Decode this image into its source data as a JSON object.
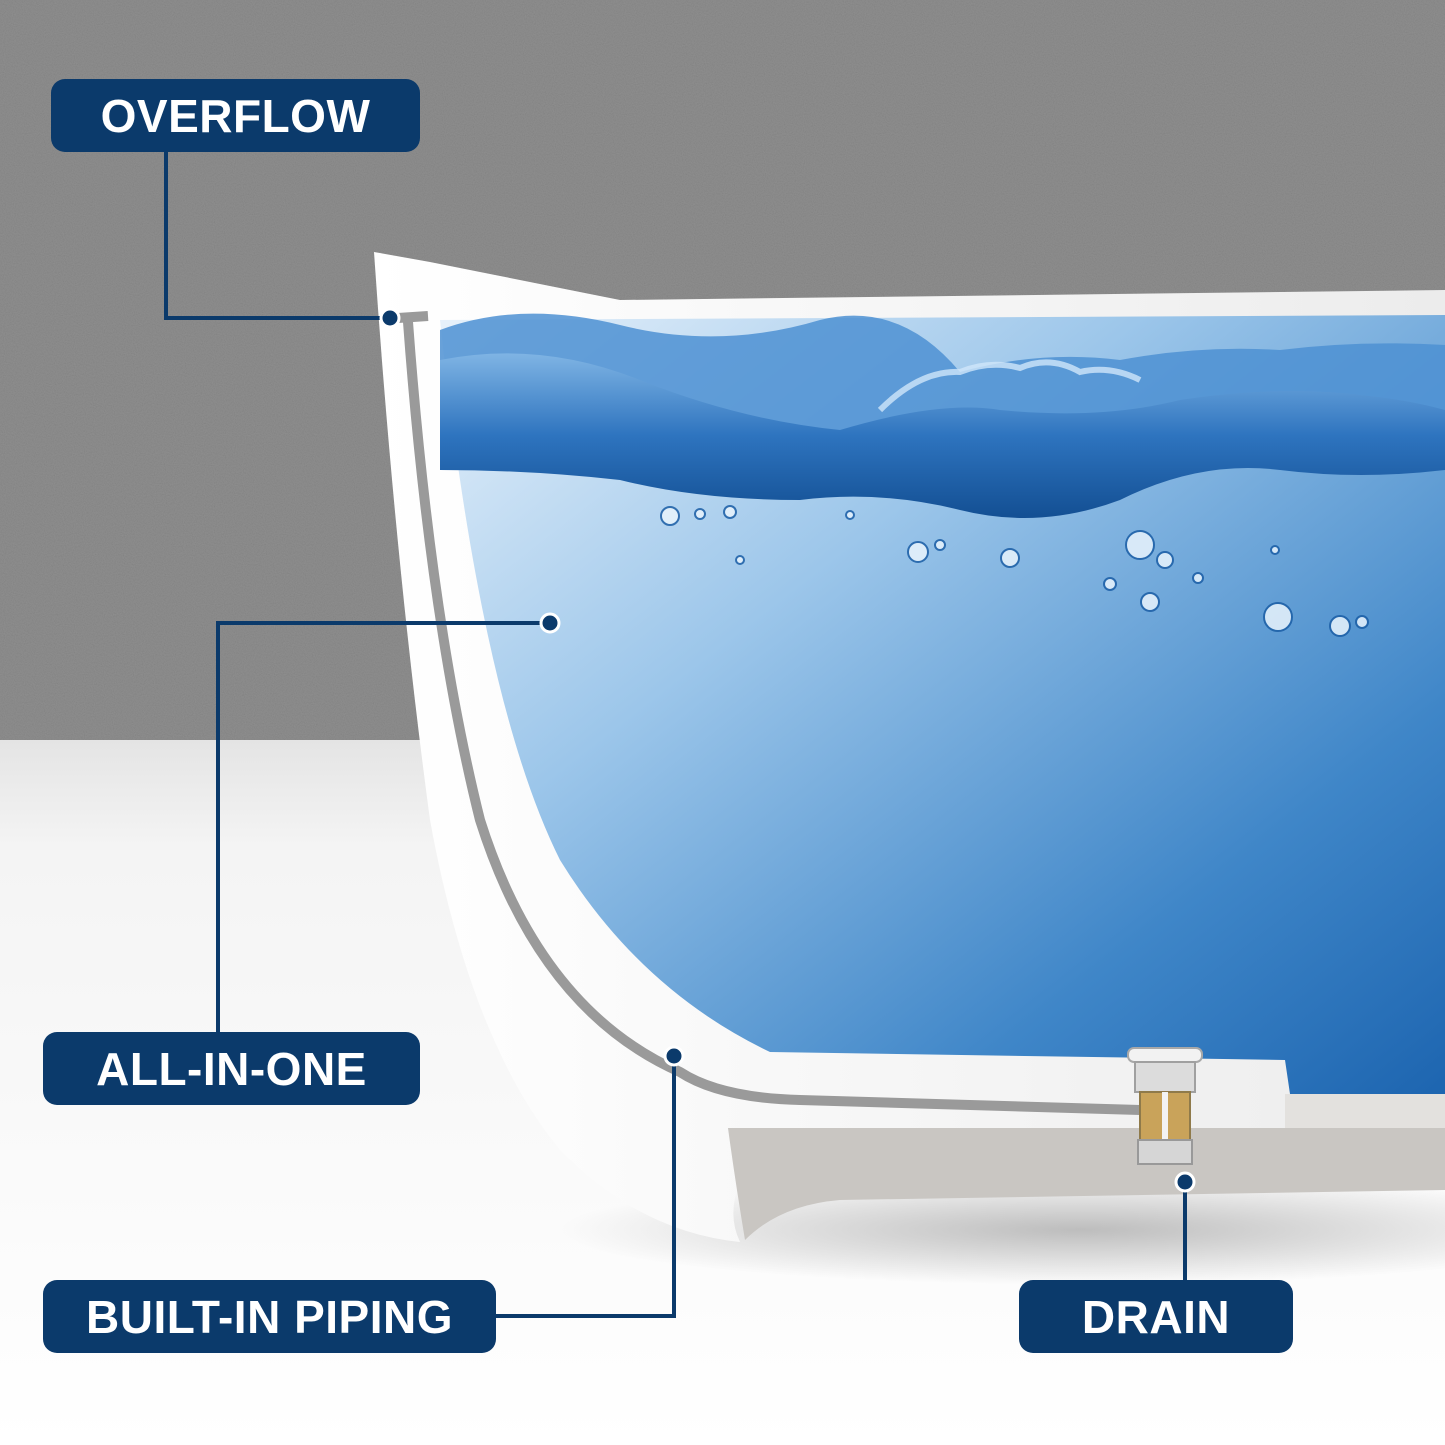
{
  "labels": {
    "overflow": "OVERFLOW",
    "all_in_one": "ALL-IN-ONE",
    "built_in_piping": "BUILT-IN PIPING",
    "drain": "DRAIN"
  },
  "colors": {
    "label_bg": "#0b3a6b",
    "leader_line": "#0b3a6b",
    "wall": "#8f8f8f",
    "floor": "#f2f2f2",
    "tub_shell": "#f7f7f7",
    "tub_shadow": "#c9c6c2",
    "piping": "#9a9a9a",
    "water_deep": "#1f6fb8",
    "water_light": "#cfe4f6",
    "drain_chrome": "#d9d9d9"
  }
}
